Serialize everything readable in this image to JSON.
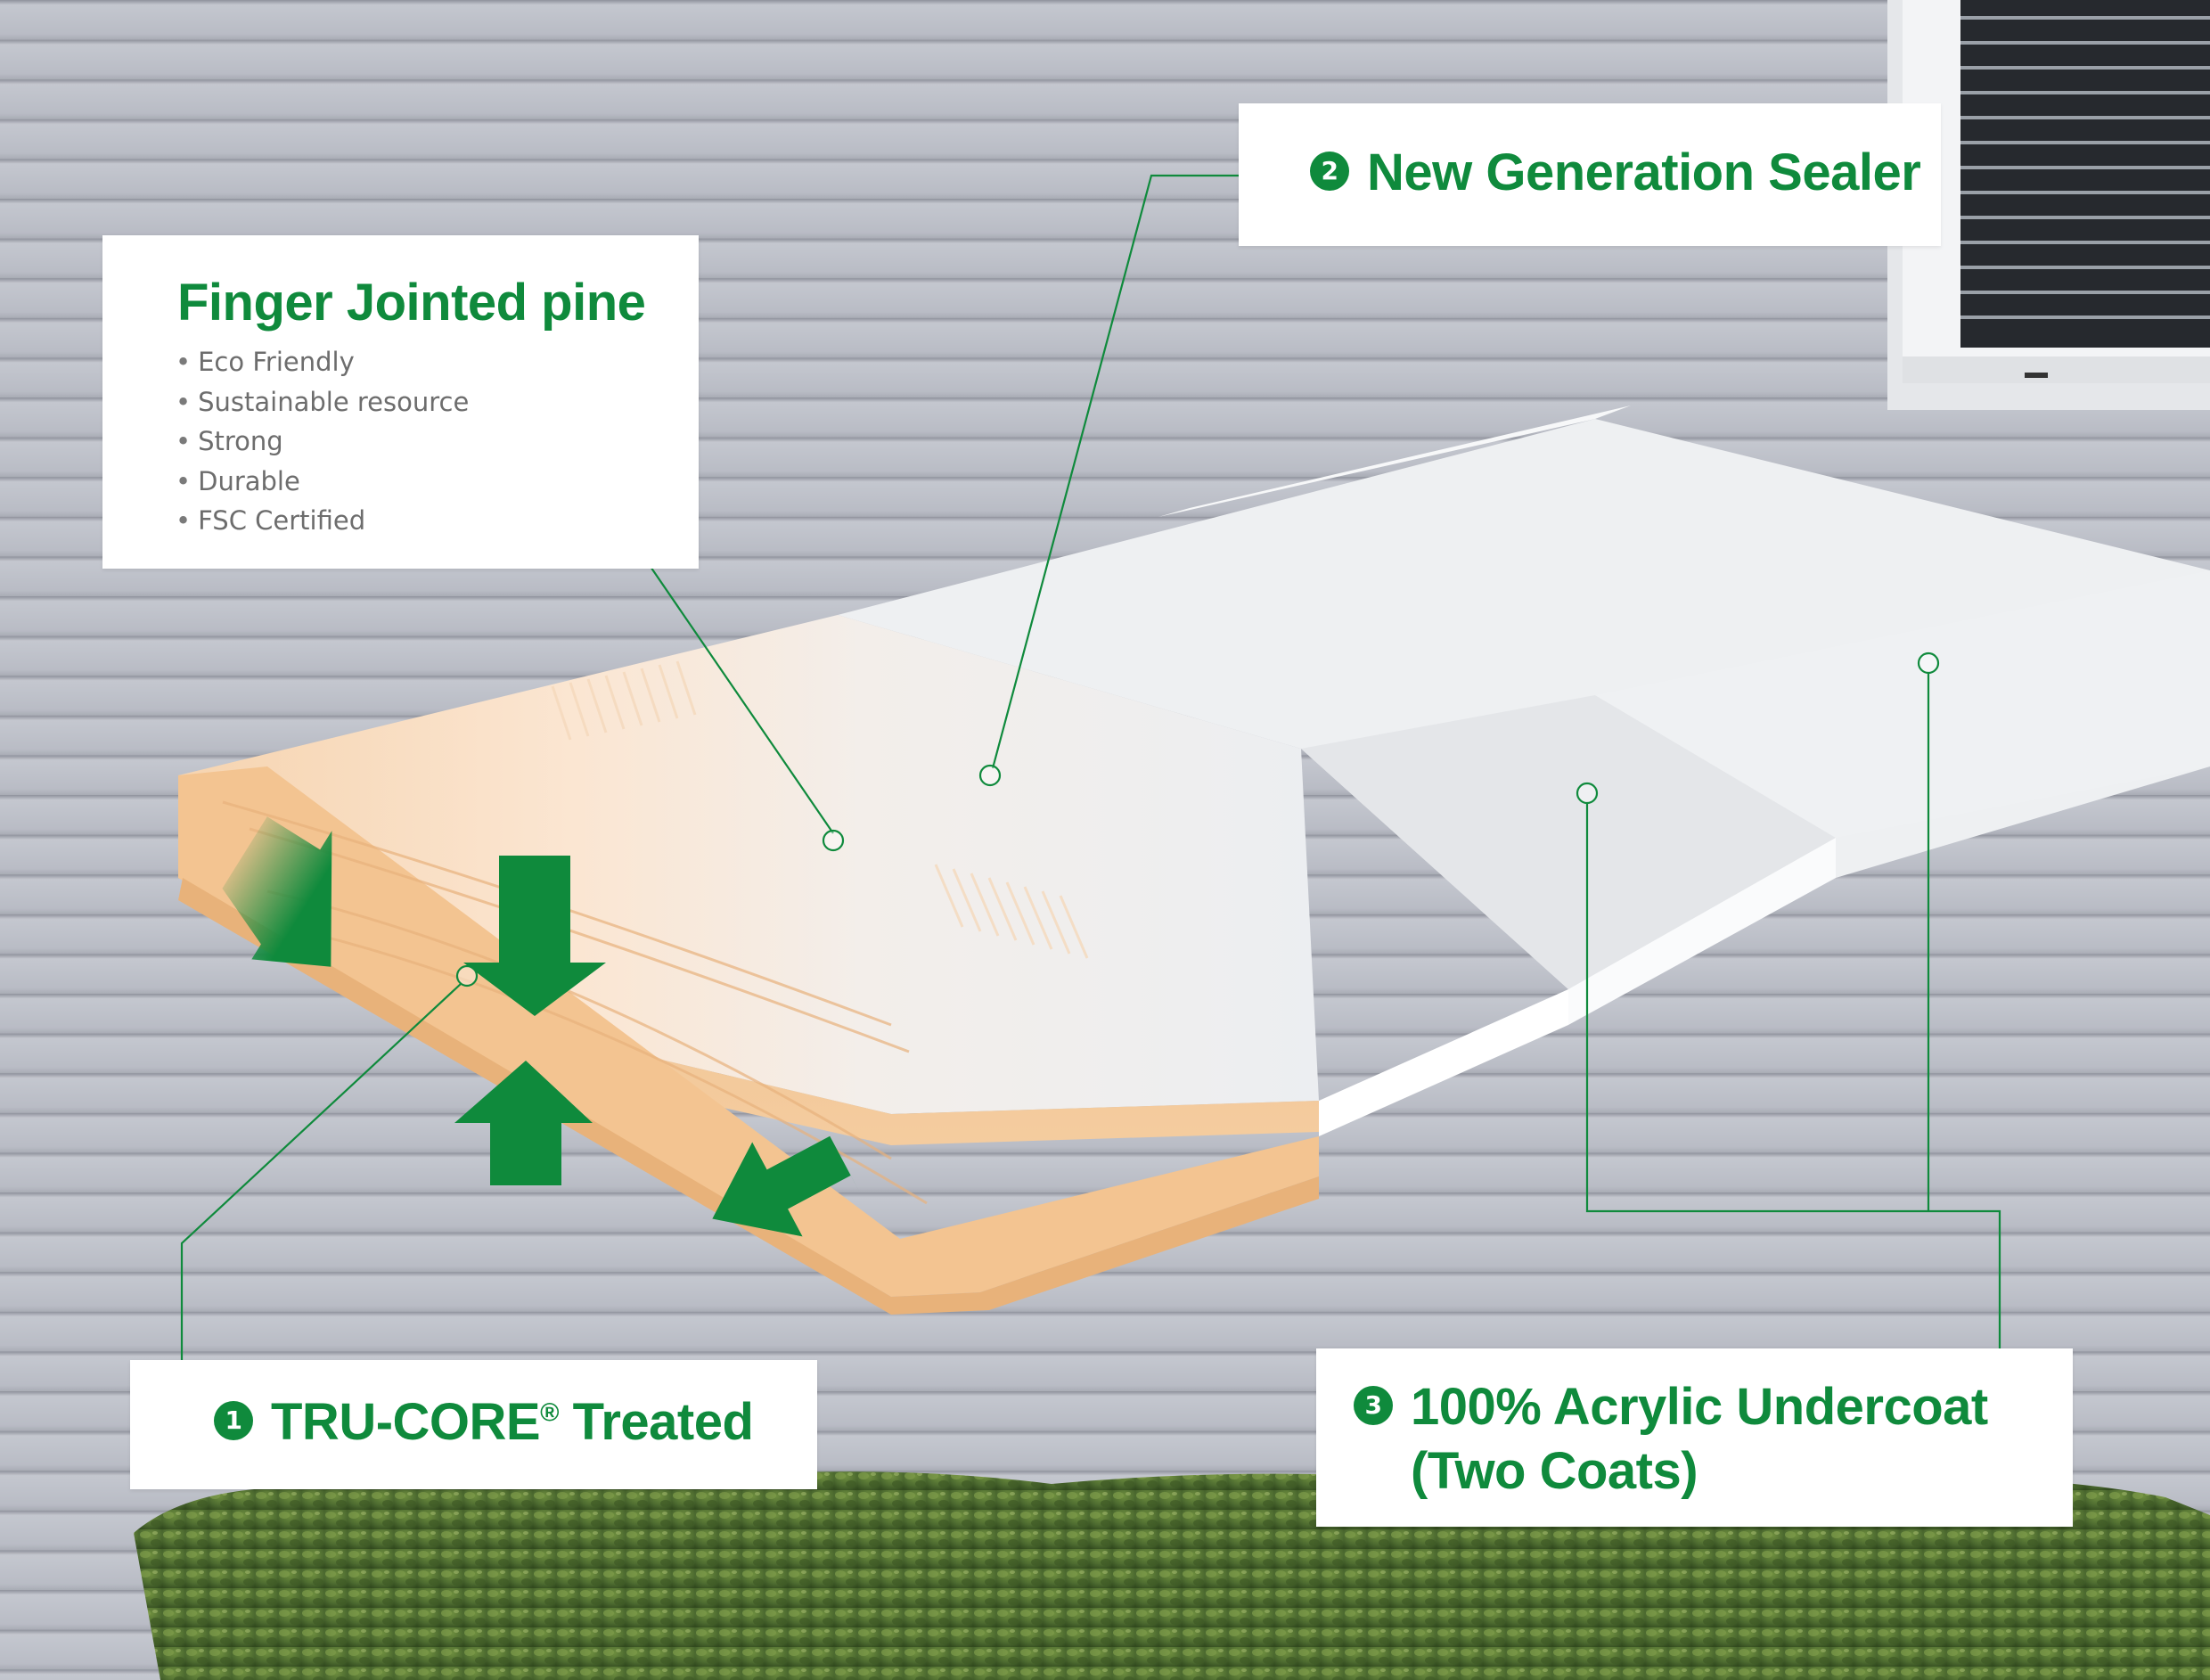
{
  "callouts": {
    "finger_jointed": {
      "title": "Finger Jointed pine",
      "bullets": [
        "Eco Friendly",
        "Sustainable resource",
        "Strong",
        "Durable",
        "FSC Certified"
      ]
    },
    "sealer": {
      "number": "2",
      "title": "New Generation Sealer"
    },
    "trucore": {
      "number": "1",
      "title": "TRU-CORE",
      "reg_mark": "®",
      "title_suffix": "Treated"
    },
    "undercoat": {
      "number": "3",
      "line1": "100% Acrylic Undercoat",
      "line2": "(Two Coats)"
    }
  },
  "colors": {
    "brand_green": "#0f8a3c",
    "siding": "#b8bbc4",
    "wood": "#f2c595",
    "primer": "#eef0f2",
    "hedge": "#4d6b30"
  }
}
